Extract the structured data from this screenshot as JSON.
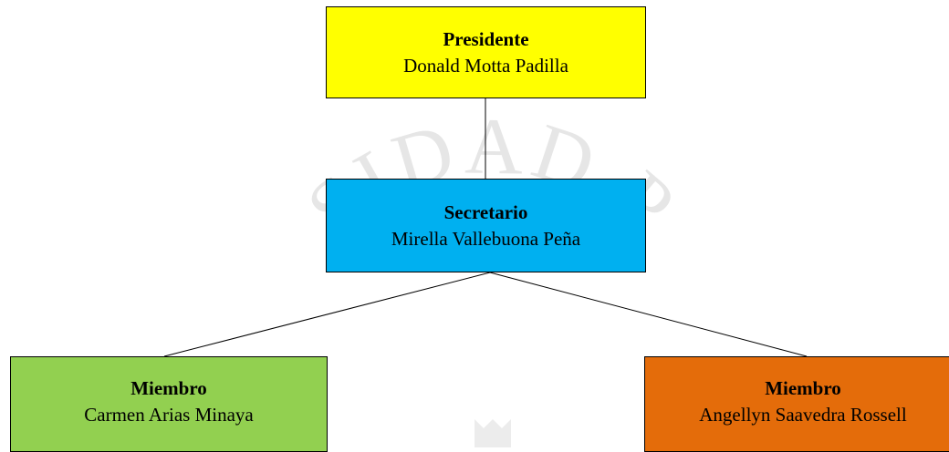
{
  "org_chart": {
    "president": {
      "role": "Presidente",
      "name": "Donald Motta Padilla",
      "color": "#ffff00"
    },
    "secretary": {
      "role": "Secretario",
      "name": "Mirella Vallebuona Peña",
      "color": "#00b0f0"
    },
    "members": [
      {
        "role": "Miembro",
        "name": "Carmen Arias Minaya",
        "color": "#92d050"
      },
      {
        "role": "Miembro",
        "name": "Angellyn Saavedra Rossell",
        "color": "#e46c0a"
      }
    ]
  },
  "watermark": {
    "text": "SIDAD P",
    "color": "#e6e6e6"
  }
}
